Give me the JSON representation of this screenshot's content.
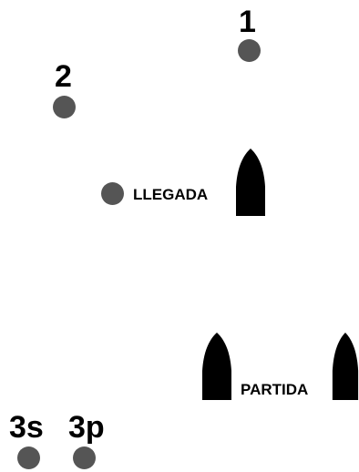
{
  "marks": {
    "mark_1": {
      "label": "1"
    },
    "mark_2": {
      "label": "2"
    },
    "mark_3s": {
      "label": "3s"
    },
    "mark_3p": {
      "label": "3p"
    }
  },
  "finish": {
    "label": "LLEGADA"
  },
  "start": {
    "label": "PARTIDA"
  },
  "colors": {
    "buoy": "#555555",
    "boat": "#000000",
    "text": "#000000",
    "background": "#ffffff"
  }
}
